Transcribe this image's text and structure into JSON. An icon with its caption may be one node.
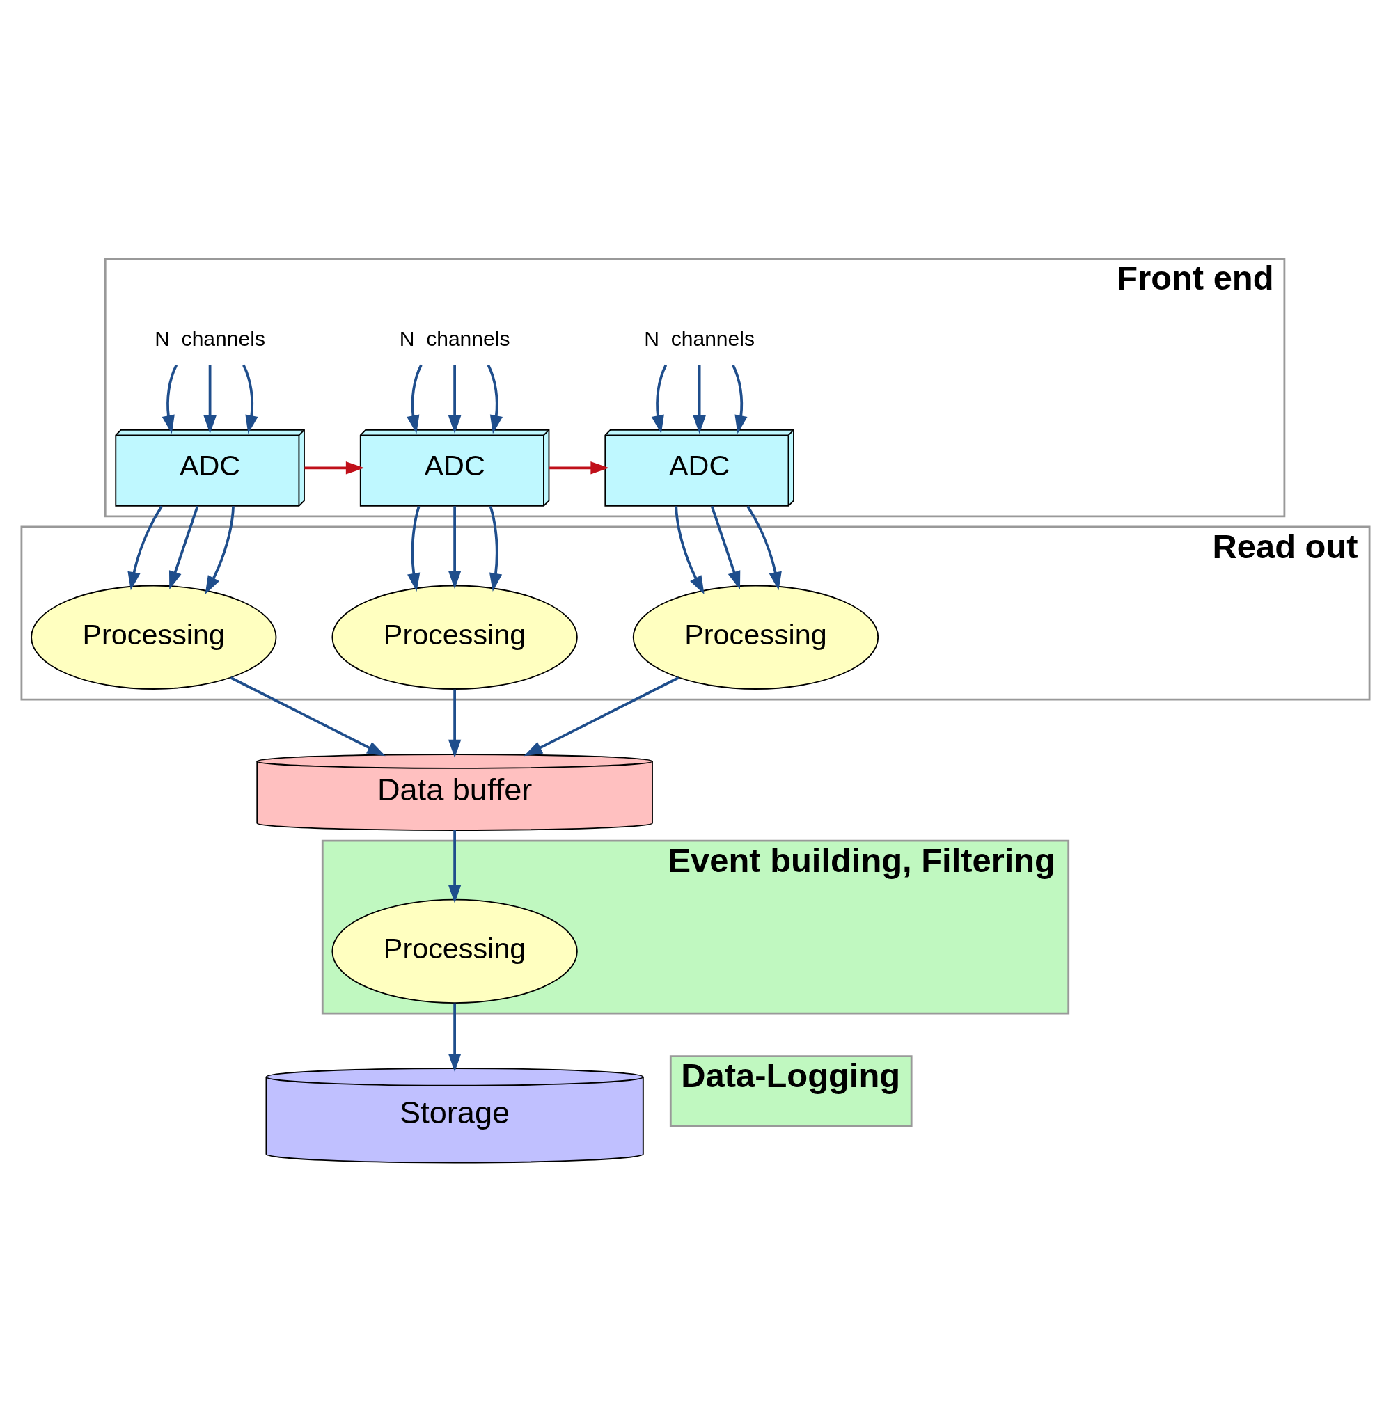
{
  "diagram": {
    "nodes": [
      {
        "text": [
          "Front end"
        ]
      },
      {
        "text": [
          "N  channels"
        ],
        "in": 0
      },
      {
        "text": [
          "ADC"
        ],
        "in": 0
      },
      {
        "text": [
          "N  channels"
        ],
        "in": 0
      },
      {
        "text": [
          "ADC"
        ],
        "in": 0
      },
      {
        "text": [
          "N  channels"
        ],
        "in": 0
      },
      {
        "text": [
          "ADC"
        ],
        "in": 0
      },
      {
        "text": [
          "Read out"
        ]
      },
      {
        "text": [
          "Processing"
        ],
        "in": 7
      },
      {
        "text": [
          "Processing"
        ],
        "in": 7
      },
      {
        "text": [
          "Processing"
        ],
        "in": 7
      },
      {
        "text": [
          "Data buffer"
        ]
      },
      {
        "text": [
          "Event building, Filtering"
        ]
      },
      {
        "text": [
          "Processing"
        ],
        "in": 12
      },
      {
        "text": [
          "Data-Logging"
        ]
      },
      {
        "text": [
          "Storage"
        ]
      }
    ],
    "edges": [
      {
        "from": 1,
        "to": 2,
        "arrow": "to"
      },
      {
        "from": 1,
        "to": 2,
        "arrow": "to"
      },
      {
        "from": 1,
        "to": 2,
        "arrow": "to"
      },
      {
        "from": 3,
        "to": 4,
        "arrow": "to"
      },
      {
        "from": 3,
        "to": 4,
        "arrow": "to"
      },
      {
        "from": 3,
        "to": 4,
        "arrow": "to"
      },
      {
        "from": 5,
        "to": 6,
        "arrow": "to"
      },
      {
        "from": 5,
        "to": 6,
        "arrow": "to"
      },
      {
        "from": 5,
        "to": 6,
        "arrow": "to"
      },
      {
        "from": 2,
        "to": 4,
        "arrow": "to",
        "color": "#c0101a"
      },
      {
        "from": 4,
        "to": 6,
        "arrow": "to",
        "color": "#c0101a"
      },
      {
        "from": 2,
        "to": 8,
        "arrow": "to"
      },
      {
        "from": 2,
        "to": 8,
        "arrow": "to"
      },
      {
        "from": 2,
        "to": 8,
        "arrow": "to"
      },
      {
        "from": 4,
        "to": 9,
        "arrow": "to"
      },
      {
        "from": 4,
        "to": 9,
        "arrow": "to"
      },
      {
        "from": 4,
        "to": 9,
        "arrow": "to"
      },
      {
        "from": 6,
        "to": 10,
        "arrow": "to"
      },
      {
        "from": 6,
        "to": 10,
        "arrow": "to"
      },
      {
        "from": 6,
        "to": 10,
        "arrow": "to"
      },
      {
        "from": 8,
        "to": 11,
        "arrow": "to"
      },
      {
        "from": 9,
        "to": 11,
        "arrow": "to"
      },
      {
        "from": 10,
        "to": 11,
        "arrow": "to"
      },
      {
        "from": 11,
        "to": 13,
        "arrow": "to"
      },
      {
        "from": 13,
        "to": 15,
        "arrow": "to"
      }
    ]
  }
}
